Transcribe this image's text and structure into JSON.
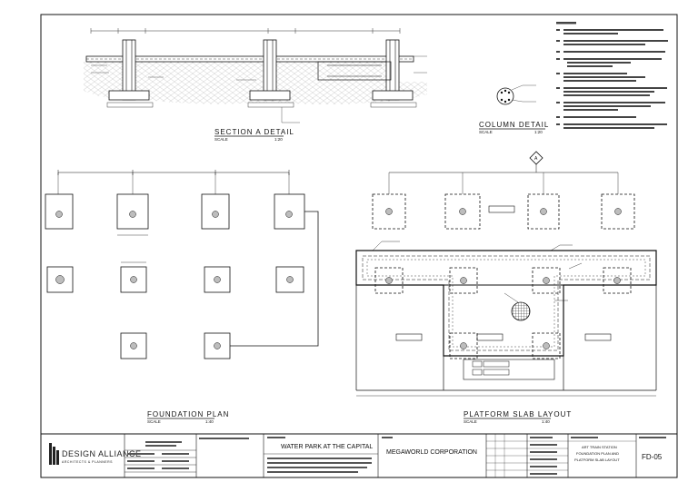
{
  "sheet": {
    "project_title": "WATER PARK AT THE CAPITAL",
    "owner": "MEGAWORLD CORPORATION",
    "sheet_number": "FD-05",
    "firm_name": "DESIGN ALLIANCE",
    "firm_tagline": "ARCHITECTS & PLANNERS",
    "sheet_contents": [
      "ART TRAIN STATION",
      "FOUNDATION PLAN AND",
      "PLATFORM SLAB LAYOUT"
    ]
  },
  "drawings": {
    "section": {
      "title": "SECTION A DETAIL",
      "scale_label": "SCALE",
      "scale_value": "1:20"
    },
    "column": {
      "title": "COLUMN DETAIL",
      "scale_label": "SCALE",
      "scale_value": "1:20"
    },
    "foundation": {
      "title": "FOUNDATION PLAN",
      "scale_label": "SCALE",
      "scale_value": "1:40"
    },
    "platform": {
      "title": "PLATFORM SLAB LAYOUT",
      "scale_label": "SCALE",
      "scale_value": "1:40"
    }
  },
  "grid_marker": "A",
  "colors": {
    "line": "#111111",
    "hatch": "#888888",
    "footing_fill": "#bdbdbd"
  }
}
